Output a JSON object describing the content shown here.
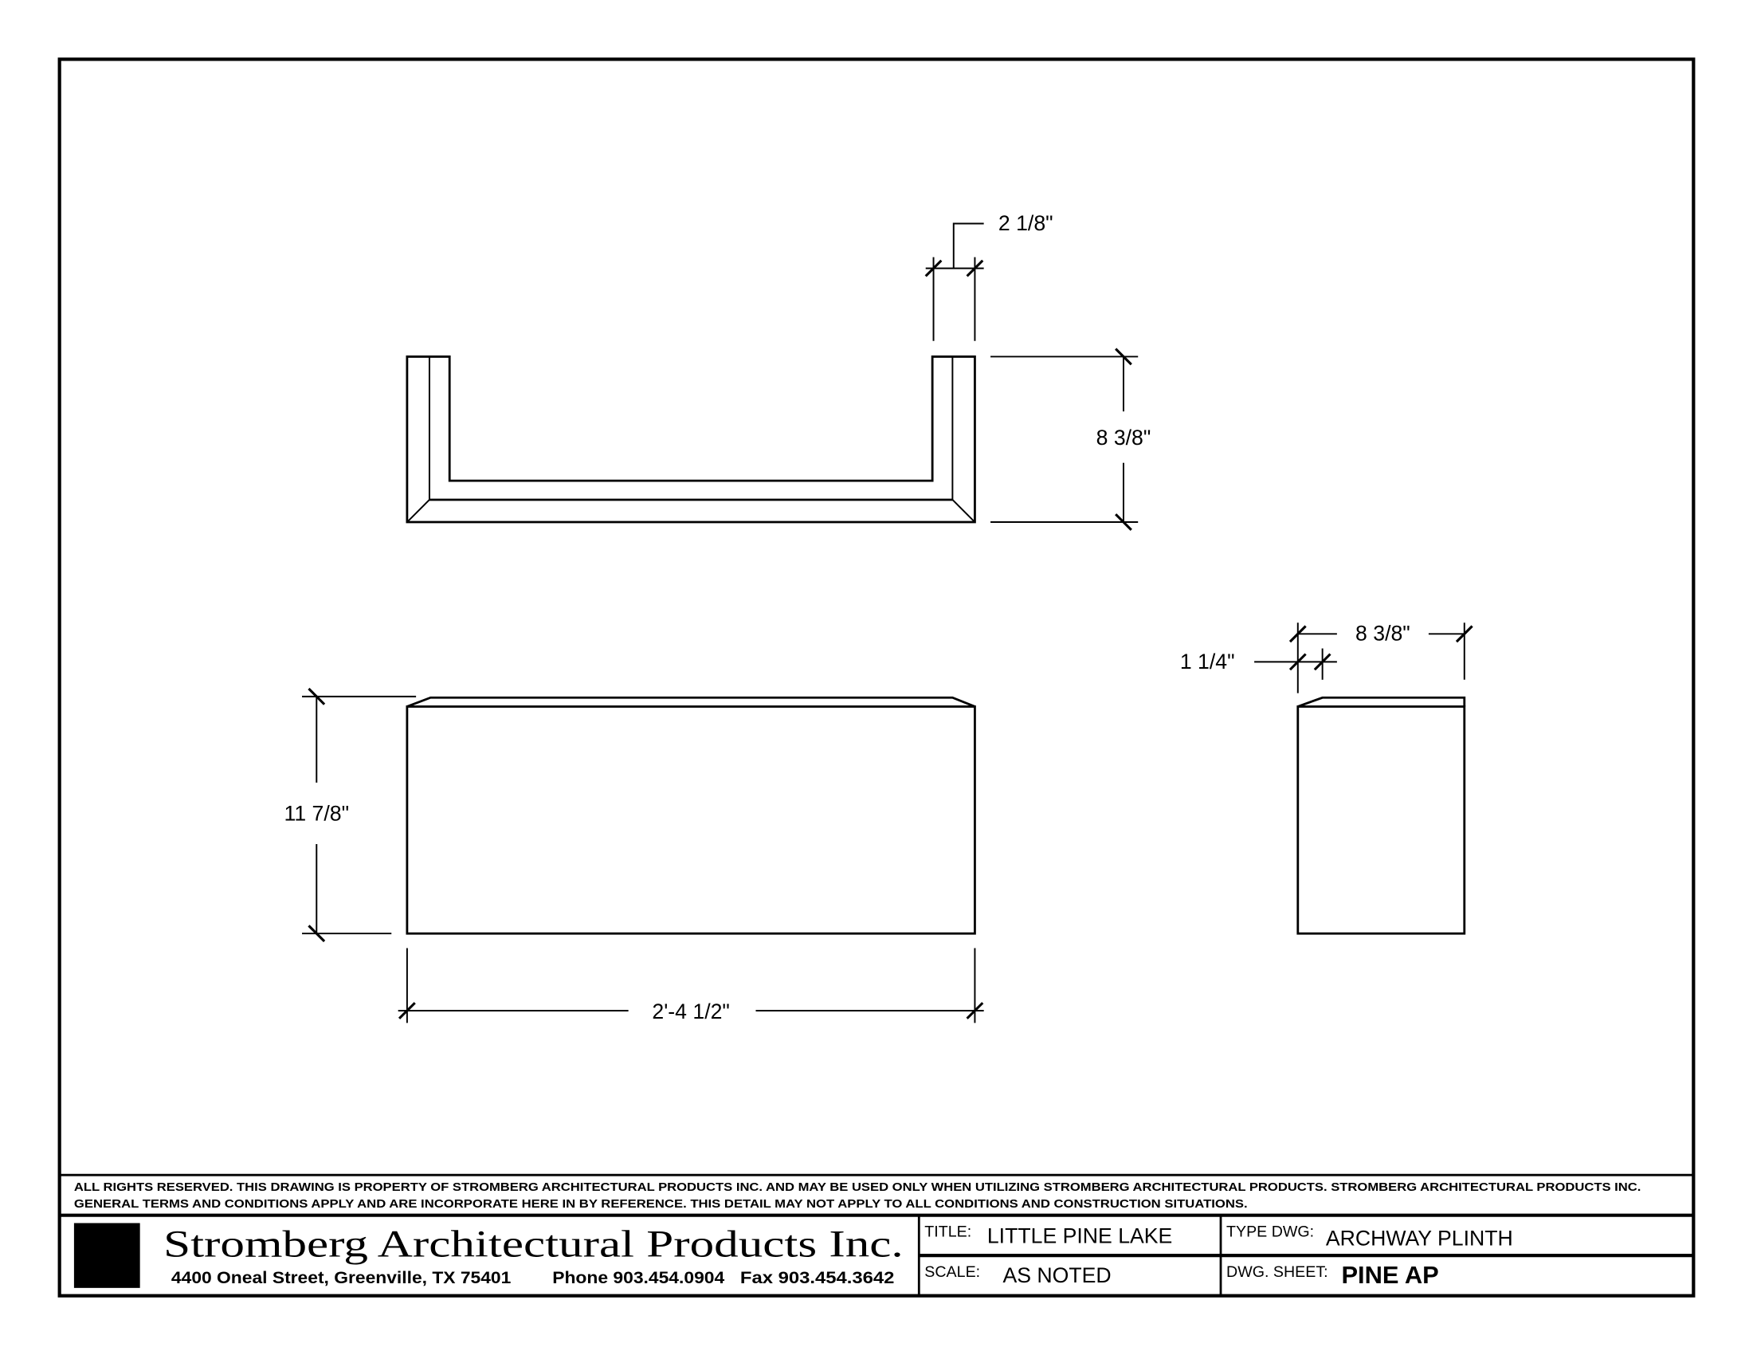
{
  "dimensions": {
    "top_wall_thickness": "2 1/8\"",
    "top_depth": "8 3/8\"",
    "front_height": "11 7/8\"",
    "front_width": "2'-4 1/2\"",
    "side_depth": "8 3/8\"",
    "side_chamfer": "1 1/4\""
  },
  "notes": {
    "line1": "ALL RIGHTS RESERVED. THIS DRAWING IS PROPERTY OF STROMBERG ARCHITECTURAL PRODUCTS INC. AND MAY BE USED ONLY WHEN UTILIZING STROMBERG ARCHITECTURAL PRODUCTS.  STROMBERG ARCHITECTURAL PRODUCTS INC.",
    "line2": "GENERAL TERMS AND CONDITIONS APPLY AND ARE INCORPORATE HERE IN BY REFERENCE.  THIS DETAIL MAY NOT APPLY TO ALL CONDITIONS AND CONSTRUCTION SITUATIONS."
  },
  "title_block": {
    "company": "Stromberg Architectural Products Inc.",
    "address": "4400 Oneal Street, Greenville, TX  75401",
    "phone": "Phone 903.454.0904",
    "fax": "Fax 903.454.3642",
    "title_label": "TITLE:",
    "title_value": "LITTLE PINE LAKE",
    "type_label": "TYPE DWG:",
    "type_value": "ARCHWAY PLINTH",
    "scale_label": "SCALE:",
    "scale_value": "AS NOTED",
    "sheet_label": "DWG. SHEET:",
    "sheet_value": "PINE AP"
  }
}
